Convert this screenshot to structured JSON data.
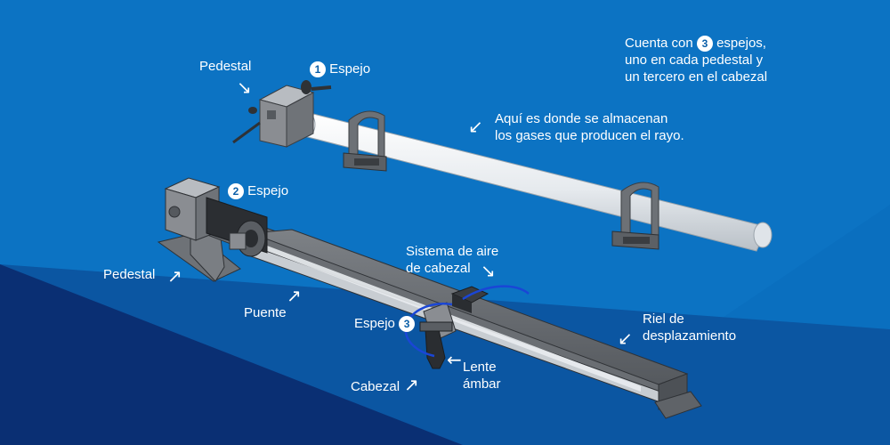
{
  "colors": {
    "background": "#0a6fbf",
    "dark_band": "#0a2f73",
    "text": "#ffffff",
    "metal": "#8a8d92",
    "tube": "#eef1f4",
    "cable": "#1a46d6"
  },
  "labels": {
    "info_prefix": "Cuenta con",
    "info_number": "3",
    "info_suffix": "espejos,",
    "info_line2": "uno en cada pedestal y",
    "info_line3": "un tercero en el cabezal",
    "pedestal_top": "Pedestal",
    "mirror1_number": "1",
    "mirror1_text": "Espejo",
    "gas_line1": "Aquí es donde se almacenan",
    "gas_line2": "los gases que producen el rayo.",
    "mirror2_number": "2",
    "mirror2_text": "Espejo",
    "pedestal_bottom": "Pedestal",
    "bridge": "Puente",
    "air_line1": "Sistema de aire",
    "air_line2": "de cabezal",
    "mirror3_text": "Espejo",
    "mirror3_number": "3",
    "rail_line1": "Riel de",
    "rail_line2": "desplazamiento",
    "lens_line1": "Lente",
    "lens_line2": "ámbar",
    "head": "Cabezal"
  },
  "icons": {
    "arrow_down_right": "↘",
    "arrow_down_left": "↙",
    "arrow_up_right": "↗",
    "arrow_left": "←"
  }
}
